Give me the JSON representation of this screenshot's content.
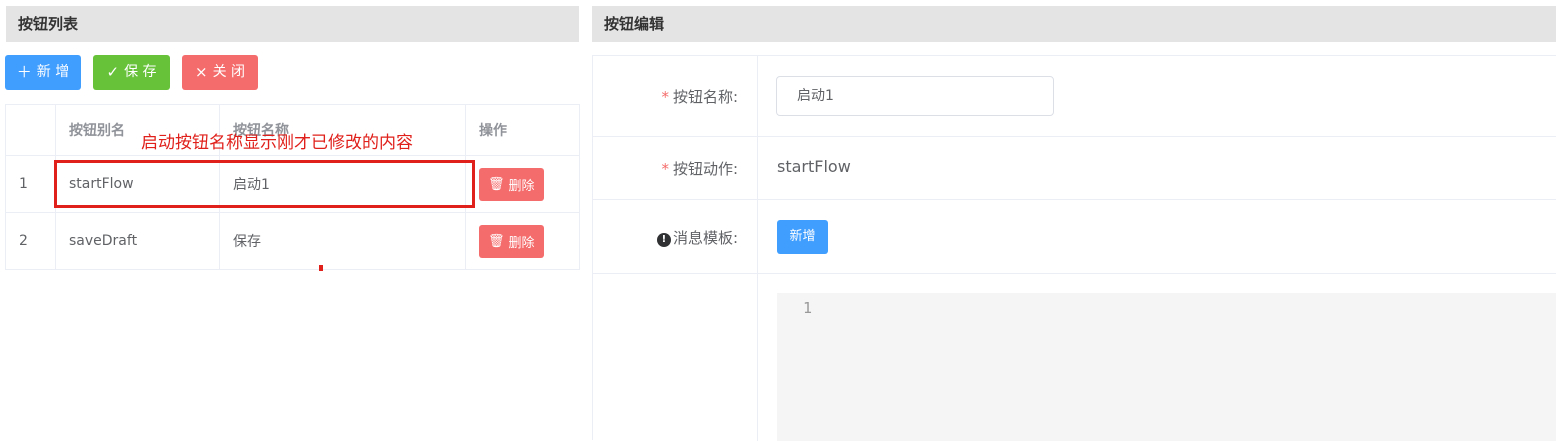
{
  "left_panel": {
    "title": "按钮列表",
    "toolbar": {
      "add_label": "新 增",
      "save_label": "保 存",
      "close_label": "关 闭"
    },
    "table": {
      "columns": [
        "",
        "按钮别名",
        "按钮名称",
        "操作"
      ],
      "rows": [
        {
          "index": "1",
          "alias": "startFlow",
          "name": "启动1",
          "action": "删除"
        },
        {
          "index": "2",
          "alias": "saveDraft",
          "name": "保存",
          "action": "删除"
        }
      ]
    }
  },
  "annotation": {
    "text": "启动按钮名称显示刚才已修改的内容",
    "color": "#e0201b"
  },
  "right_panel": {
    "title": "按钮编辑",
    "fields": {
      "name_label": "按钮名称:",
      "name_value": "启动1",
      "action_label": "按钮动作:",
      "action_value": "startFlow",
      "template_label": "消息模板:",
      "template_add_label": "新增"
    },
    "editor": {
      "line_number": "1"
    }
  },
  "colors": {
    "primary": "#409eff",
    "success": "#67c23a",
    "danger": "#f56c6c",
    "header_bg": "#e4e4e4"
  }
}
